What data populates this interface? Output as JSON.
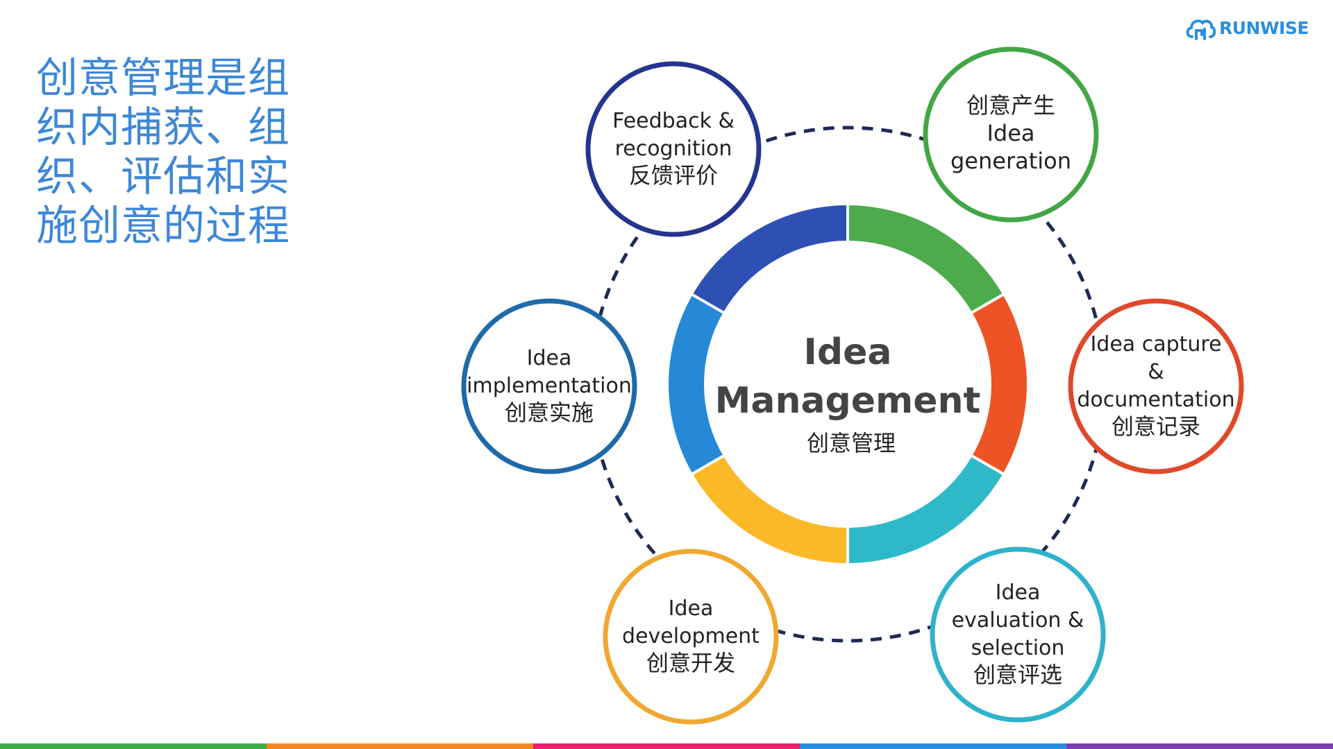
{
  "heading": "创意管理是组织内捕获、组织、评估和实施创意的过程",
  "logo": {
    "text": "RUNWISE",
    "icon": "cloud-logo-icon",
    "color": "#2a8fe0"
  },
  "center": {
    "title_line1": "Idea",
    "title_line2": "Management",
    "subtitle": "创意管理",
    "ring_colors": [
      "#4cab4a",
      "#ee5325",
      "#2fb9c8",
      "#fbb928",
      "#2589d8",
      "#2e4fb4"
    ]
  },
  "nodes": [
    {
      "id": "generation",
      "lines": [
        "创意产生",
        "Idea",
        "generation"
      ],
      "color": "#43a646"
    },
    {
      "id": "capture",
      "lines": [
        "Idea capture",
        "&",
        "documentation",
        "创意记录"
      ],
      "color": "#e0482a"
    },
    {
      "id": "evaluation",
      "lines": [
        "Idea",
        "evaluation &",
        "selection",
        "创意评选"
      ],
      "color": "#2fb2cc"
    },
    {
      "id": "development",
      "lines": [
        "Idea",
        "development",
        "创意开发"
      ],
      "color": "#f0a830"
    },
    {
      "id": "implementation",
      "lines": [
        "Idea",
        "implementation",
        "创意实施"
      ],
      "color": "#1f6aa8"
    },
    {
      "id": "feedback",
      "lines": [
        "Feedback &",
        "recognition",
        "反馈评价"
      ],
      "color": "#25358f"
    }
  ],
  "bottom_bar_colors": [
    "#3fae49",
    "#f08a24",
    "#e8206e",
    "#2b8fe0",
    "#7b3fb4"
  ]
}
